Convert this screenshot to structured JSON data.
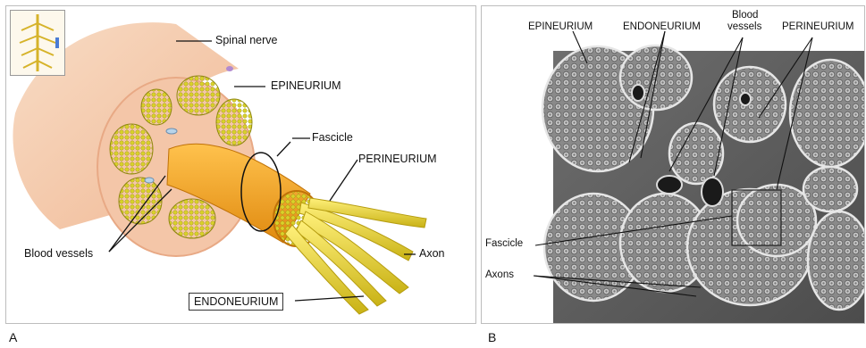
{
  "panel_a": {
    "letter": "A",
    "labels": {
      "spinal_nerve": "Spinal nerve",
      "epineurium": "EPINEURIUM",
      "fascicle": "Fascicle",
      "perineurium": "PERINEURIUM",
      "axon": "Axon",
      "blood_vessels": "Blood vessels",
      "endoneurium": "ENDONEURIUM"
    }
  },
  "panel_b": {
    "letter": "B",
    "labels": {
      "epineurium": "EPINEURIUM",
      "endoneurium": "ENDONEURIUM",
      "blood_vessels_line1": "Blood",
      "blood_vessels_line2": "vessels",
      "perineurium": "PERINEURIUM",
      "fascicle": "Fascicle",
      "axons": "Axons"
    }
  },
  "colors": {
    "nerve_skin": "#f3c7a4",
    "fascicle_yellow": "#c9c020",
    "fascicle_orange": "#f2a623",
    "axon_yellow": "#e8d53c",
    "micrograph_gray": "#9a9a9a"
  }
}
